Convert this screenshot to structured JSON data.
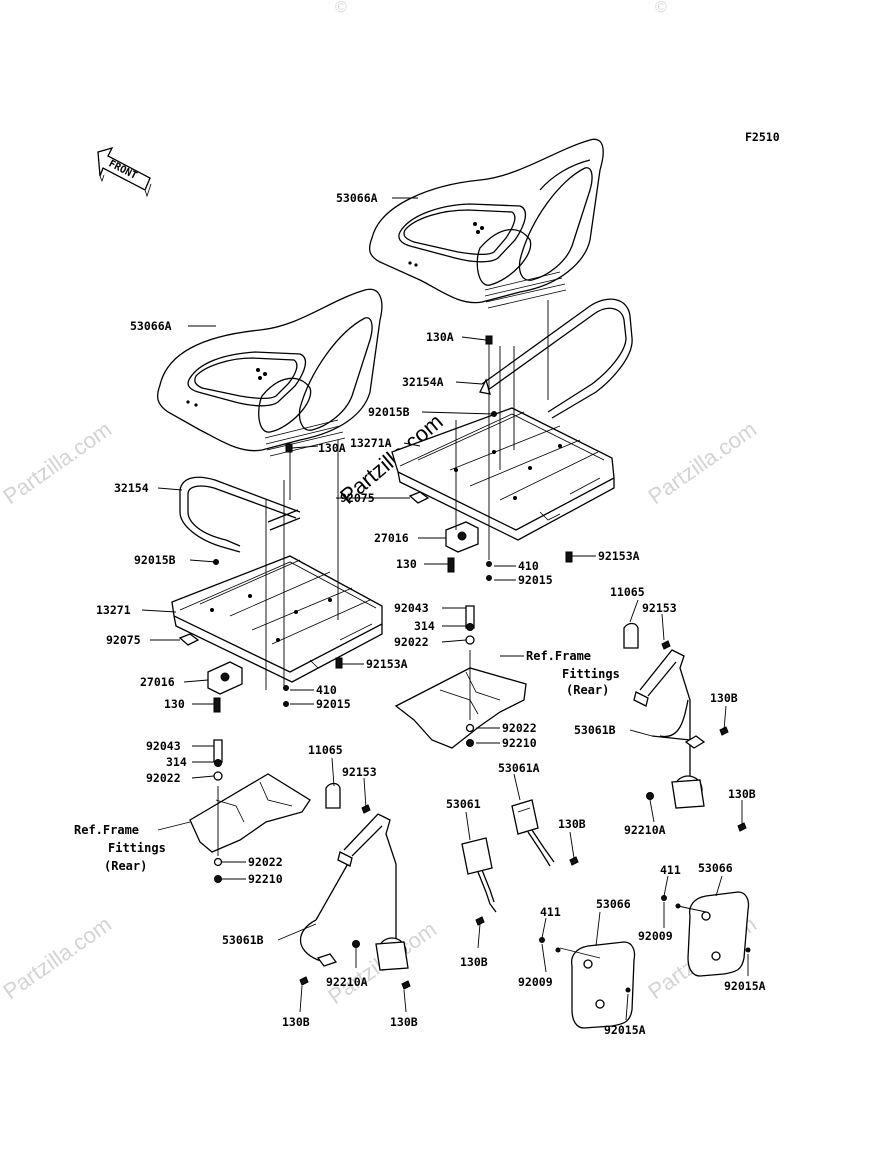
{
  "figure_code": "F2510",
  "front_arrow_text": "FRONT",
  "watermark": "Partzilla.com",
  "watermark_symbol": "©",
  "labels": {
    "seat_rear": "53066A",
    "seat_front": "53066A",
    "p130A_top": "130A",
    "p32154A": "32154A",
    "p92015B_top": "92015B",
    "p13271A": "13271A",
    "p130A_mid": "130A",
    "p32154": "32154",
    "p92075_top": "92075",
    "p27016_top": "27016",
    "p130_top": "130",
    "p410_top": "410",
    "p92015_top": "92015",
    "p92153A_top": "92153A",
    "p92015B_left": "92015B",
    "p13271": "13271",
    "p92075_left": "92075",
    "p92153A_left": "92153A",
    "p27016_left": "27016",
    "p410_left": "410",
    "p130_left": "130",
    "p92015_left": "92015",
    "p92043_mid": "92043",
    "p314_mid": "314",
    "p92022_mid": "92022",
    "p92022_mid2": "92022",
    "p92210_mid": "92210",
    "p11065_right": "11065",
    "p92153_right": "92153",
    "p130B_r1": "130B",
    "p53061B_right": "53061B",
    "p130B_r2": "130B",
    "p92210A_right": "92210A",
    "p92043_left": "92043",
    "p314_left": "314",
    "p92022_left": "92022",
    "p92022_left2": "92022",
    "p92210_left": "92210",
    "p11065_left": "11065",
    "p92153_left": "92153",
    "p53061A": "53061A",
    "p53061": "53061",
    "p130B_c1": "130B",
    "p130B_c2": "130B",
    "p53061B_left": "53061B",
    "p92210A_left": "92210A",
    "p130B_l1": "130B",
    "p130B_l2": "130B",
    "p411_a": "411",
    "p53066_a": "53066",
    "p92009_a": "92009",
    "p92015A_a": "92015A",
    "p411_b": "411",
    "p53066_b": "53066",
    "p92009_b": "92009",
    "p92015A_b": "92015A"
  },
  "ref_mid": [
    "Ref.Frame",
    "Fittings",
    "(Rear)"
  ],
  "ref_left": [
    "Ref.Frame",
    "Fittings",
    "(Rear)"
  ]
}
